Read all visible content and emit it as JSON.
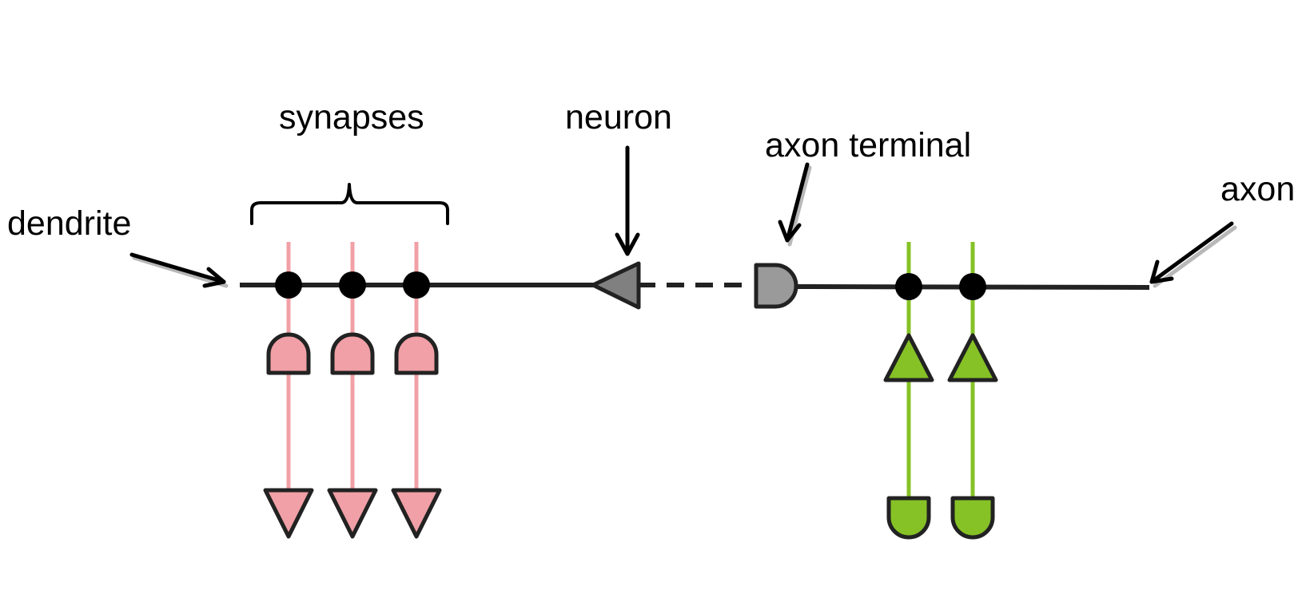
{
  "labels": {
    "synapses": "synapses",
    "neuron": "neuron",
    "axon_terminal": "axon terminal",
    "dendrite": "dendrite",
    "axon": "axon"
  },
  "colors": {
    "line": "#222222",
    "outline": "#222222",
    "neuron_fill": "#808080",
    "terminal_fill": "#9a9a9a",
    "pink_fill": "#f0a0a6",
    "pink_line": "#f0a0a6",
    "green_fill": "#86c226",
    "green_line": "#86c226"
  },
  "shapes": {
    "neuron": "triangle-left",
    "axon_terminal": "d-shape-right",
    "pink_receptor": "d-shape-up",
    "pink_input": "triangle-down",
    "green_receptor": "triangle-up",
    "green_input": "d-shape-down"
  }
}
